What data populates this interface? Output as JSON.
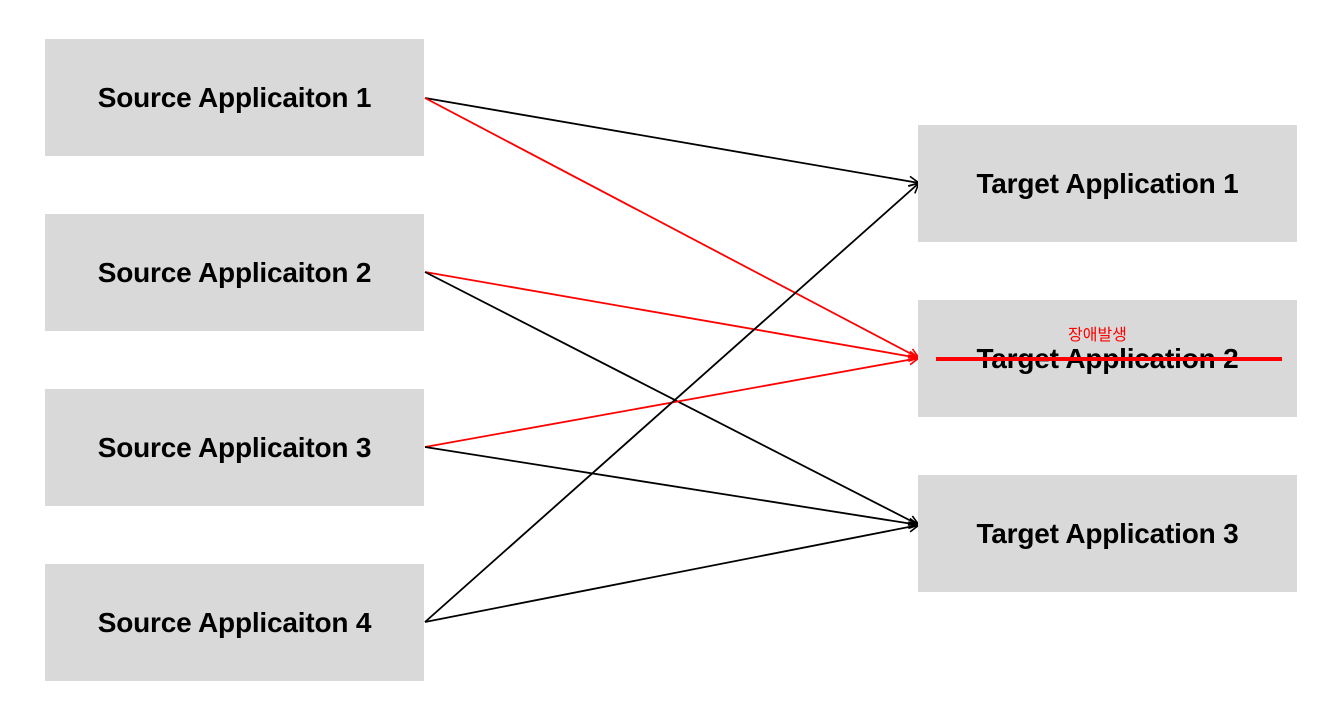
{
  "sources": [
    {
      "label": "Source Applicaiton 1"
    },
    {
      "label": "Source Applicaiton 2"
    },
    {
      "label": "Source Applicaiton 3"
    },
    {
      "label": "Source Applicaiton 4"
    }
  ],
  "targets": [
    {
      "label": "Target Application 1"
    },
    {
      "label": "Target Application 2"
    },
    {
      "label": "Target Application 3"
    }
  ],
  "failure_note": "장애발생",
  "connections": [
    {
      "from": 1,
      "to": 1,
      "color": "#000000"
    },
    {
      "from": 1,
      "to": 2,
      "color": "#ff0000"
    },
    {
      "from": 2,
      "to": 2,
      "color": "#ff0000"
    },
    {
      "from": 2,
      "to": 3,
      "color": "#000000"
    },
    {
      "from": 3,
      "to": 2,
      "color": "#ff0000"
    },
    {
      "from": 3,
      "to": 3,
      "color": "#000000"
    },
    {
      "from": 4,
      "to": 1,
      "color": "#000000"
    },
    {
      "from": 4,
      "to": 3,
      "color": "#000000"
    }
  ],
  "colors": {
    "box_fill": "#d9d9d9",
    "normal_link": "#000000",
    "failed_link": "#ff0000",
    "failure_mark": "#ff0000"
  }
}
